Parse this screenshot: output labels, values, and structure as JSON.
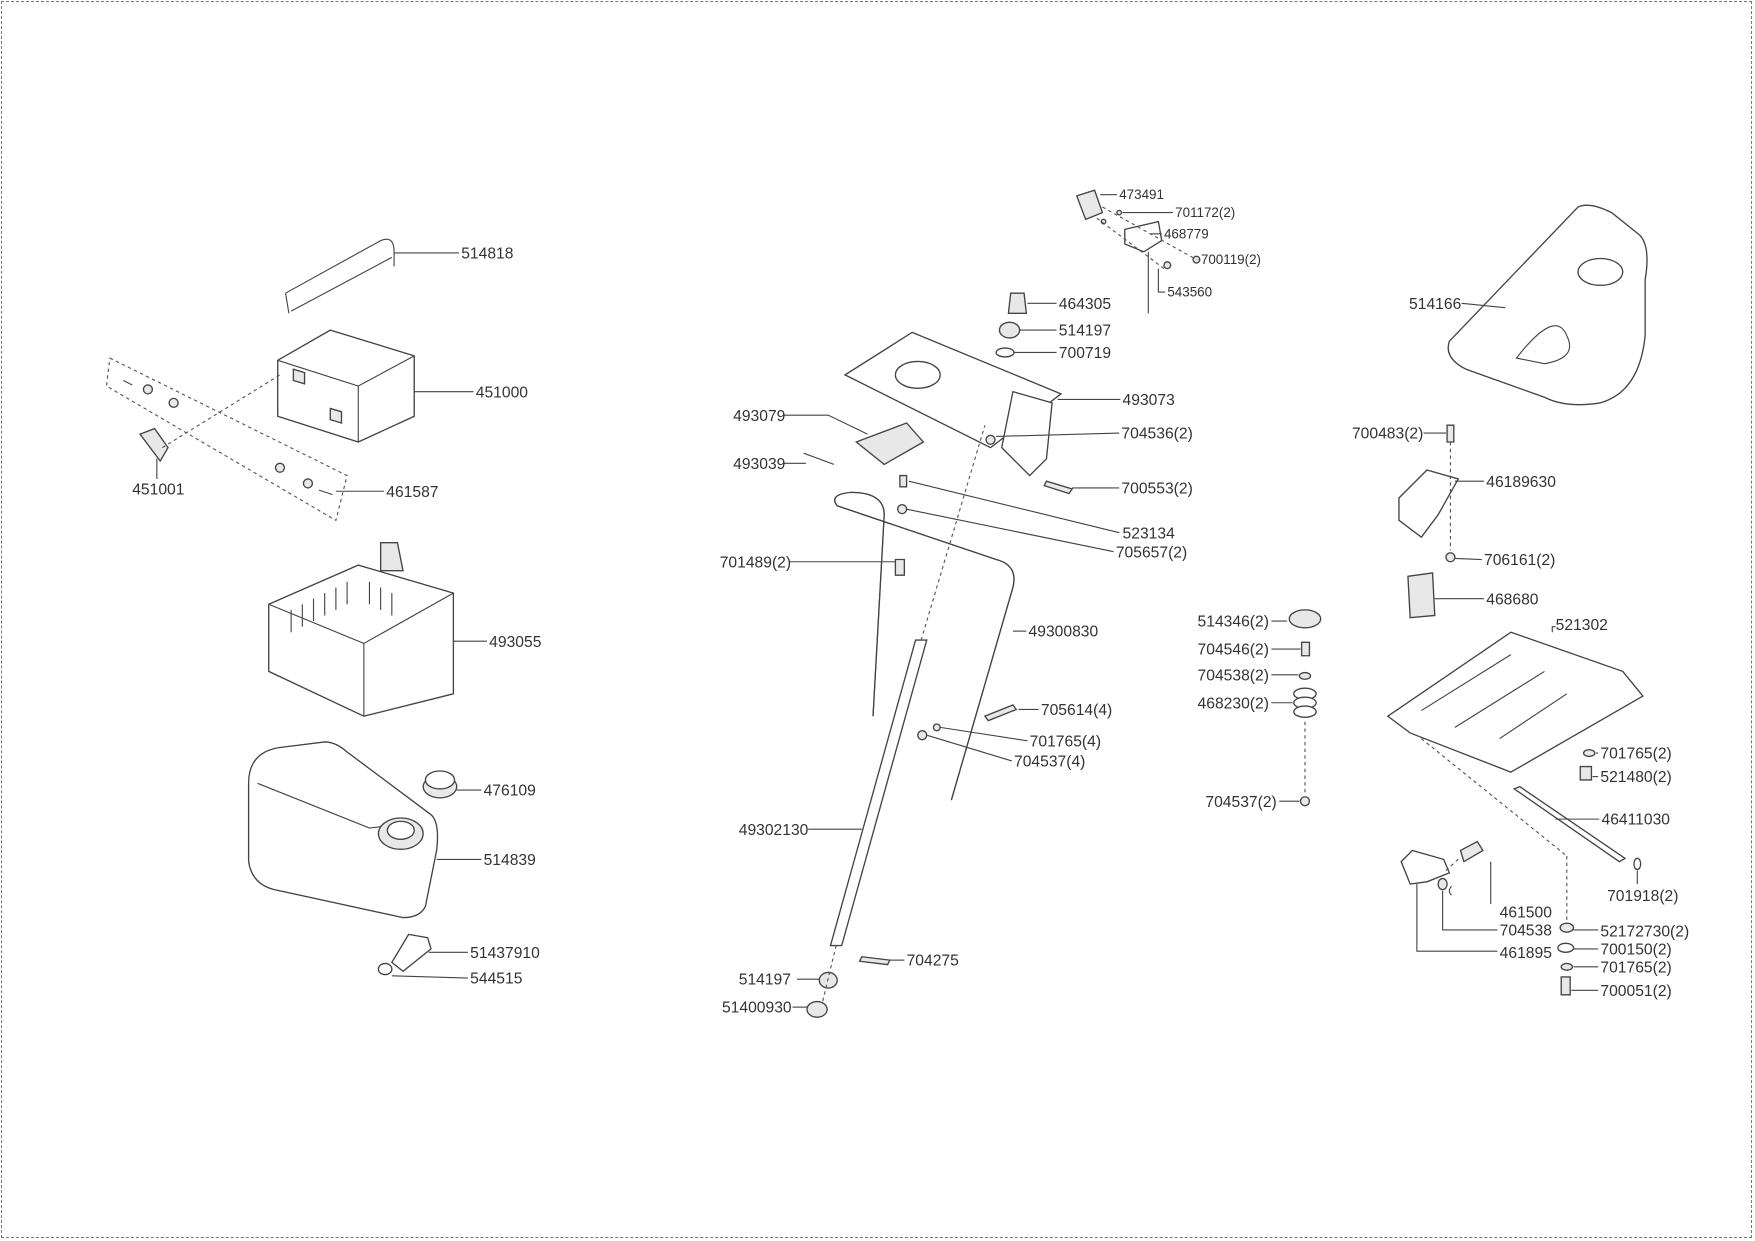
{
  "diagram": {
    "left": {
      "p514818": "514818",
      "p451000": "451000",
      "p451001": "451001",
      "p461587": "461587",
      "p493055": "493055",
      "p476109": "476109",
      "p514839": "514839",
      "p51437910": "51437910",
      "p544515": "544515"
    },
    "center": {
      "p473491": "473491",
      "p701172": "701172(2)",
      "p468779": "468779",
      "p700119": "700119(2)",
      "p543560": "543560",
      "p464305": "464305",
      "p514197a": "514197",
      "p700719": "700719",
      "p493073": "493073",
      "p493079": "493079",
      "p493039": "493039",
      "p704536": "704536(2)",
      "p700553": "700553(2)",
      "p523134": "523134",
      "p705657": "705657(2)",
      "p701489": "701489(2)",
      "p49300830": "49300830",
      "p705614": "705614(4)",
      "p701765a": "701765(4)",
      "p704537a": "704537(4)",
      "p49302130": "49302130",
      "p704275": "704275",
      "p514197b": "514197",
      "p51400930": "51400930"
    },
    "middle": {
      "p514346": "514346(2)",
      "p704546": "704546(2)",
      "p704538a": "704538(2)",
      "p468230": "468230(2)",
      "p704537b": "704537(2)"
    },
    "right": {
      "p514166": "514166",
      "p700483": "700483(2)",
      "p46189630": "46189630",
      "p706161": "706161(2)",
      "p468680": "468680",
      "p521302": "521302",
      "p701765b": "701765(2)",
      "p521480": "521480(2)",
      "p46411030": "46411030",
      "p701918": "701918(2)",
      "p461500": "461500",
      "p704538b": "704538",
      "p461895": "461895",
      "p52172730": "52172730(2)",
      "p700150": "700150(2)",
      "p701765c": "701765(2)",
      "p700051": "700051(2)"
    }
  }
}
